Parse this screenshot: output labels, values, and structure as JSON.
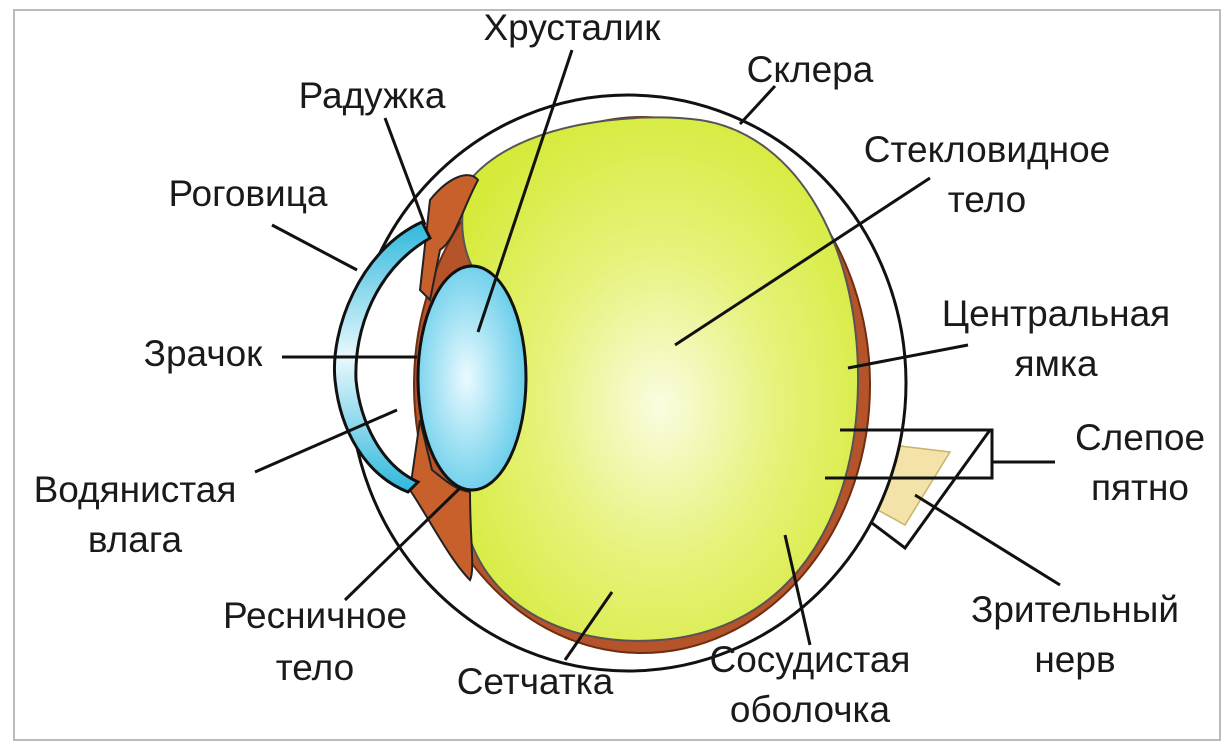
{
  "labels": {
    "lens": "Хрусталик",
    "sclera": "Склера",
    "iris": "Радужка",
    "vitreous_1": "Стекловидное",
    "vitreous_2": "тело",
    "cornea": "Роговица",
    "fovea_1": "Центральная",
    "fovea_2": "ямка",
    "pupil": "Зрачок",
    "blind_spot_1": "Слепое",
    "blind_spot_2": "пятно",
    "aqueous_1": "Водянистая",
    "aqueous_2": "влага",
    "optic_nerve_1": "Зрительный",
    "optic_nerve_2": "нерв",
    "ciliary_1": "Ресничное",
    "ciliary_2": "тело",
    "retina": "Сетчатка",
    "choroid_1": "Сосудистая",
    "choroid_2": "оболочка"
  },
  "colors": {
    "vitreous": "#d9ec3c",
    "lens": "#6fd0ea",
    "cornea": "#3cc0e0",
    "choroid": "#b5532a",
    "optic_nerve": "#f3e3a8"
  }
}
